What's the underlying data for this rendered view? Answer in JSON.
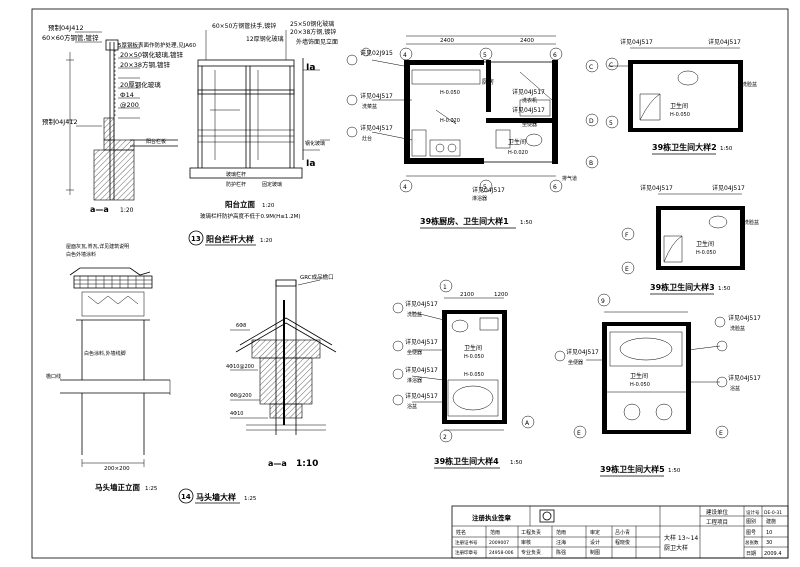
{
  "drawing": {
    "details": {
      "a_a_section": {
        "title": "a—a",
        "scale": "1:20",
        "notes": [
          "预制04J412",
          "60×60方钢管,镀锌",
          "5厚钢板表面作防护处理,见JA60",
          "20×50钢化玻璃,镀锌",
          "20×38方钢,镀锌",
          "20厚钢化玻璃",
          "Ф14",
          "@200",
          "预制04J412",
          "阳台栏板"
        ]
      },
      "balcony_elevation": {
        "title": "阳台立面",
        "scale": "1:20",
        "note": "玻璃栏杆防护高度不低于0.9M(H≤1.2M)",
        "labels": [
          "60×50方钢管扶手,镀锌",
          "25×50钢化玻璃",
          "20×38方钢,镀锌",
          "12厚钢化玻璃",
          "外墙饰面见立面",
          "钢化玻璃",
          "玻璃栏杆",
          "防护栏杆",
          "固定玻璃",
          "Ia",
          "Ia"
        ]
      },
      "railing_title": {
        "number": "13",
        "title": "阳台栏杆大样",
        "scale": "1:20"
      },
      "horse_head_front": {
        "title": "马头墙正立面",
        "scale": "1:25",
        "labels": [
          "屋面灰瓦,脊瓦,详见建筑说明",
          "白色外墙涂料",
          "白色涂料,外墙线脚",
          "檐口线",
          "200×200"
        ]
      },
      "horse_head_section": {
        "title": "a—a",
        "scale": "1:10",
        "labels": [
          "GRC成品檐口",
          "6Φ8",
          "4Φ10@200",
          "Φ8@200",
          "4Φ10"
        ]
      },
      "horse_head_title": {
        "number": "14",
        "title": "马头墙大样",
        "scale": "1:25"
      },
      "kitchen_bath_1": {
        "title": "39栋厨房、卫生间大样1",
        "scale": "1:50",
        "dims_top": [
          "2400",
          "2400"
        ],
        "axes": [
          "4",
          "5",
          "6",
          "C",
          "D",
          "B"
        ],
        "notes": [
          "详见02J915",
          "详见04J517",
          "洗菜盆",
          "详见04J517",
          "灶台",
          "详见04J517",
          "洗衣机",
          "详见04J517",
          "坐便器",
          "详见04J517",
          "淋浴器",
          "排气道"
        ],
        "room_labels": [
          "厨房",
          "卫生间"
        ],
        "levels": [
          "H-0.050",
          "H-0.020",
          "H-0.020"
        ]
      },
      "bath_2": {
        "title": "39栋卫生间大样2",
        "scale": "1:50",
        "notes": [
          "详见04J517",
          "详见04J517",
          "洗脸盆"
        ],
        "room": "卫生间",
        "level": "H-0.050",
        "axes": [
          "C",
          "5"
        ]
      },
      "bath_3": {
        "title": "39栋卫生间大样3",
        "scale": "1:50",
        "notes": [
          "详见04J517",
          "详见04J517",
          "洗脸盆"
        ],
        "room": "卫生间",
        "level": "H-0.050",
        "axes": [
          "F",
          "E"
        ]
      },
      "bath_4": {
        "title": "39栋卫生间大样4",
        "scale": "1:50",
        "dims": [
          "2100",
          "1200"
        ],
        "notes": [
          "详见04J517",
          "洗脸盆",
          "详见04J517",
          "坐便器",
          "详见04J517",
          "淋浴器",
          "详见04J517",
          "浴盆"
        ],
        "room": "卫生间",
        "levels": [
          "H-0.050",
          "H-0.050"
        ],
        "axes": [
          "1",
          "2",
          "A"
        ]
      },
      "bath_5": {
        "title": "39栋卫生间大样5",
        "scale": "1:50",
        "notes": [
          "详见04J517",
          "坐便器",
          "详见04J517",
          "洗脸盆",
          "详见04J517",
          "浴盆"
        ],
        "room": "卫生间",
        "level": "H-0.050",
        "axes": [
          "9",
          "E",
          "E"
        ]
      }
    }
  },
  "title_block": {
    "firm_label": "注册执业签章",
    "rows": [
      [
        "姓名",
        "范雨",
        "工程负责",
        "范雨",
        "审定",
        "吕小青"
      ],
      [
        "注册证书号",
        "2009007",
        "审核",
        "汪海",
        "设计",
        "程晓俊"
      ],
      [
        "注册印章号",
        "24958-006",
        "专业负责",
        "陈强",
        "制图",
        ""
      ]
    ],
    "project_label": "建设单位",
    "project_name": "工程项目",
    "drawing_name": "大样 13~14",
    "drawing_name2": "厨卫大样",
    "design_no_label": "设计号",
    "design_no": "DE-0-31",
    "spec_label": "图别",
    "spec": "建施",
    "sheet_label": "图号",
    "sheet": "10",
    "total_label": "总张数",
    "total": "30",
    "date_label": "日期",
    "date": "2009.4"
  }
}
